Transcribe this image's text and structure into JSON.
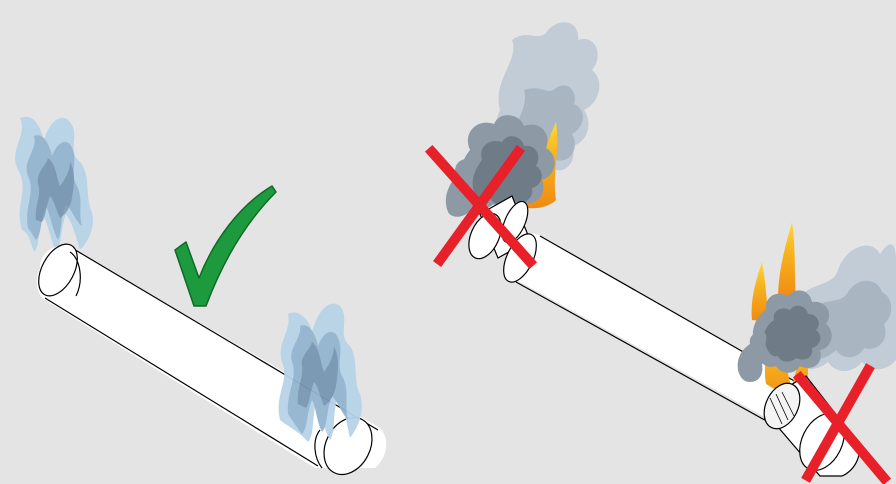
{
  "scene": {
    "background": "#e4e4e4",
    "panels": [
      {
        "id": "correct",
        "verdict": "correct",
        "verdict_icon": "green-checkmark-icon",
        "object": "cylinder-rod-smoking-both-ends",
        "effects": [
          "light-blue-smoke-left-end",
          "light-blue-smoke-right-end"
        ]
      },
      {
        "id": "incorrect",
        "verdict": "incorrect",
        "verdict_icon": "red-x-icon",
        "object": "cylinder-rod-with-end-caps-burning",
        "effects": [
          "grey-smoke-and-orange-flames-left-end",
          "grey-smoke-and-orange-flames-right-end"
        ],
        "marks": [
          "red-x-left-end",
          "red-x-right-end"
        ]
      }
    ]
  },
  "colors": {
    "check": "#1e9a3e",
    "check_outline": "#0f6a27",
    "cross": "#e8202a",
    "smoke_light": "#a9c9e2",
    "smoke_blue": "#8fb0cc",
    "smoke_grey": "#8d9aa6",
    "smoke_dark": "#6f7b86",
    "flame_orange": "#f39a1a",
    "flame_yellow": "#ffd21e",
    "rod_fill": "#ffffff",
    "rod_stroke": "#000000"
  }
}
